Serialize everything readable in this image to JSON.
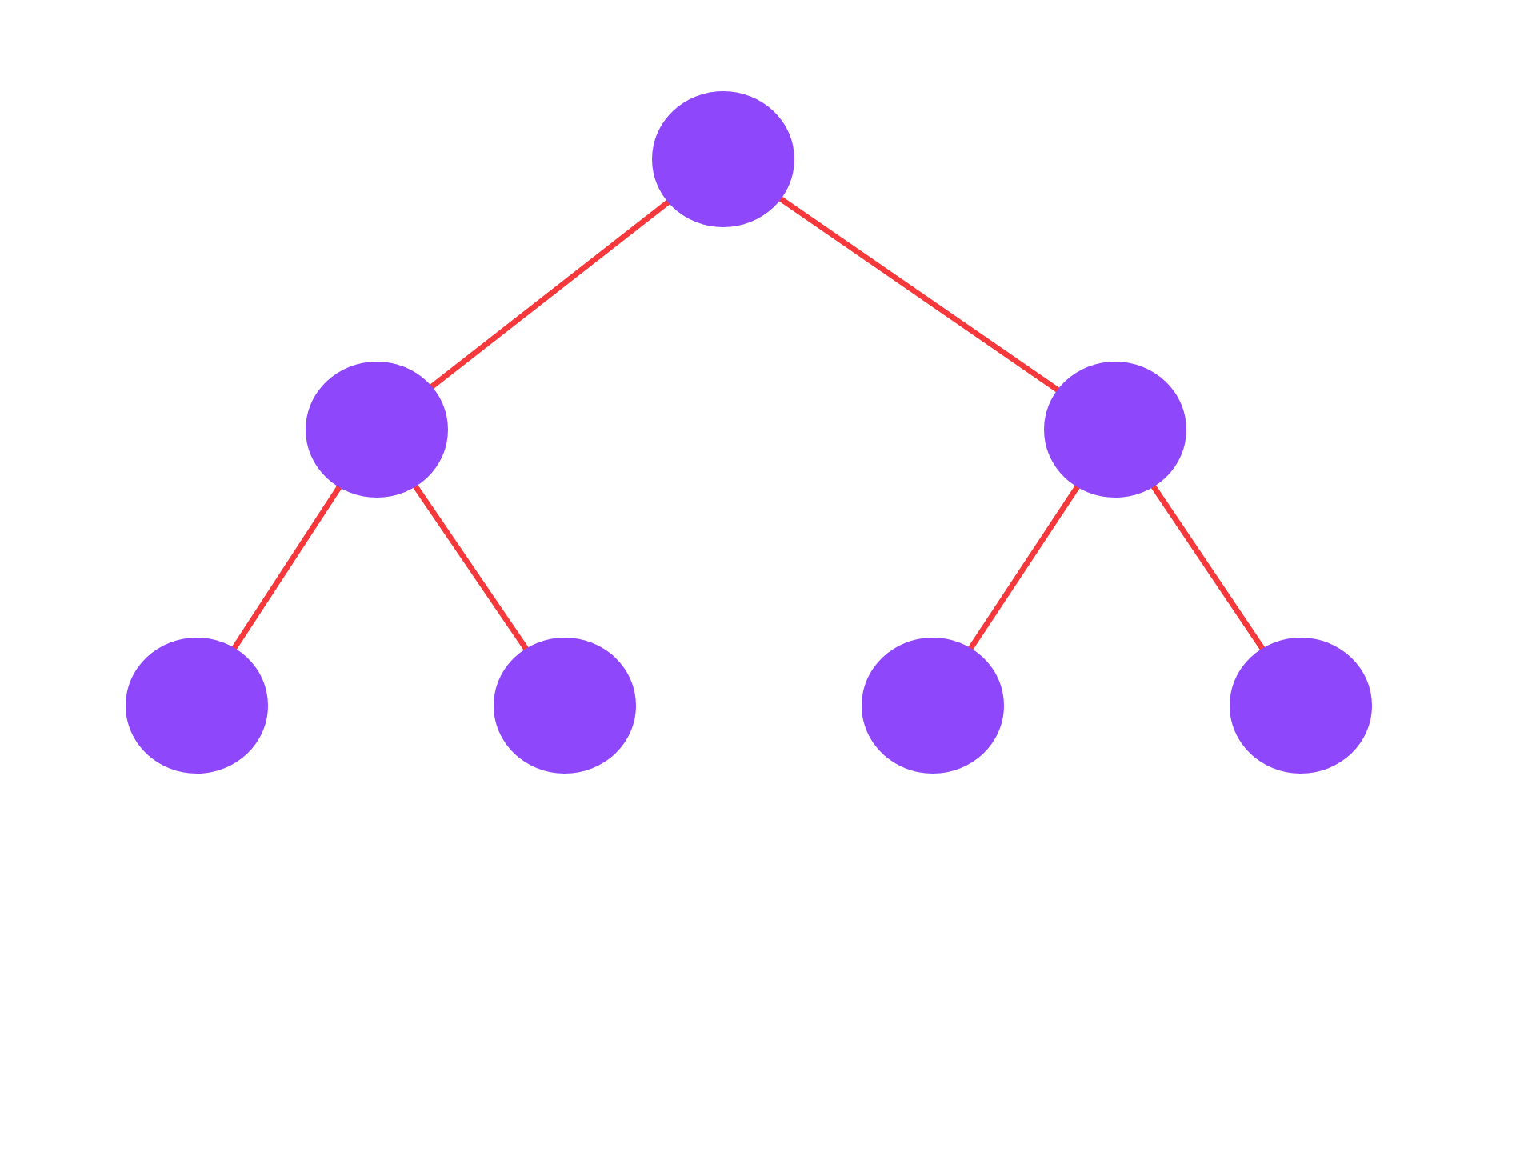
{
  "diagram": {
    "type": "binary-tree",
    "node_color": "#8E47FB",
    "edge_color": "#F5383B",
    "levels": 3,
    "nodes": [
      {
        "id": "root",
        "level": 0,
        "order": 0
      },
      {
        "id": "left-child",
        "level": 1,
        "order": 0,
        "parent": "root"
      },
      {
        "id": "right-child",
        "level": 1,
        "order": 1,
        "parent": "root"
      },
      {
        "id": "left-left-leaf",
        "level": 2,
        "order": 0,
        "parent": "left-child"
      },
      {
        "id": "left-right-leaf",
        "level": 2,
        "order": 1,
        "parent": "left-child"
      },
      {
        "id": "right-left-leaf",
        "level": 2,
        "order": 2,
        "parent": "right-child"
      },
      {
        "id": "right-right-leaf",
        "level": 2,
        "order": 3,
        "parent": "right-child"
      }
    ],
    "edges": [
      {
        "from": "root",
        "to": "left-child"
      },
      {
        "from": "root",
        "to": "right-child"
      },
      {
        "from": "left-child",
        "to": "left-left-leaf"
      },
      {
        "from": "left-child",
        "to": "left-right-leaf"
      },
      {
        "from": "right-child",
        "to": "right-left-leaf"
      },
      {
        "from": "right-child",
        "to": "right-right-leaf"
      }
    ]
  }
}
